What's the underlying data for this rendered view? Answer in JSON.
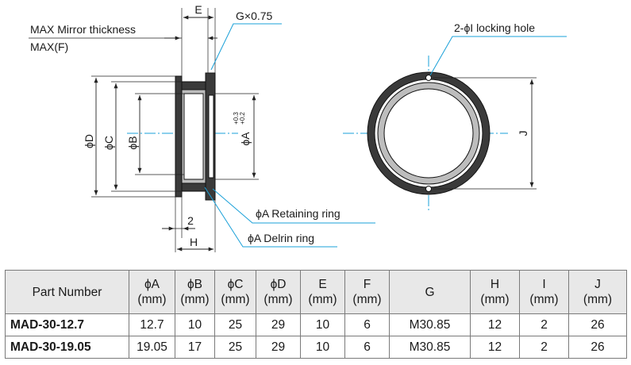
{
  "labels": {
    "max_mirror": "MAX Mirror thickness",
    "max_f": "MAX(F)",
    "e": "E",
    "g_thread": "G×0.75",
    "phi_d": "ϕD",
    "phi_c": "ϕC",
    "phi_b": "ϕB",
    "phi_a_tol_main": "ϕA",
    "phi_a_tol_upper": "+0.3",
    "phi_a_tol_lower": "+0.2",
    "two": "2",
    "h": "H",
    "retaining_ring": "ϕA Retaining ring",
    "delrin_ring": "ϕA Delrin ring",
    "locking_hole": "2-ϕI locking hole",
    "j": "J"
  },
  "table": {
    "headers": [
      {
        "name": "Part Number",
        "unit": ""
      },
      {
        "name": "ϕA",
        "unit": "(mm)"
      },
      {
        "name": "ϕB",
        "unit": "(mm)"
      },
      {
        "name": "ϕC",
        "unit": "(mm)"
      },
      {
        "name": "ϕD",
        "unit": "(mm)"
      },
      {
        "name": "E",
        "unit": "(mm)"
      },
      {
        "name": "F",
        "unit": "(mm)"
      },
      {
        "name": "G",
        "unit": ""
      },
      {
        "name": "H",
        "unit": "(mm)"
      },
      {
        "name": "I",
        "unit": "(mm)"
      },
      {
        "name": "J",
        "unit": "(mm)"
      }
    ],
    "rows": [
      [
        "MAD-30-12.7",
        "12.7",
        "10",
        "25",
        "29",
        "10",
        "6",
        "M30.85",
        "12",
        "2",
        "26"
      ],
      [
        "MAD-30-19.05",
        "19.05",
        "17",
        "25",
        "29",
        "10",
        "6",
        "M30.85",
        "12",
        "2",
        "26"
      ]
    ]
  }
}
